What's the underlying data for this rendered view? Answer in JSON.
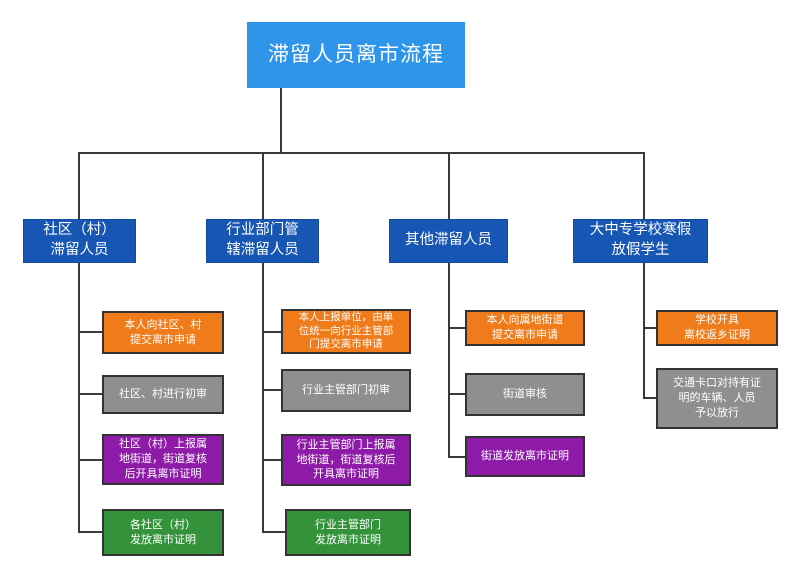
{
  "title": "滞留人员离市流程",
  "colors": {
    "title_bg": "#2f95ea",
    "category_bg": "#1756b3",
    "apply": "#f07b1a",
    "review": "#8f8f8f",
    "report": "#8e1ba8",
    "issue": "#34933a",
    "connector": "#3a3a3a"
  },
  "categories": [
    {
      "label": "社区（村）\n滞留人员",
      "steps": [
        {
          "text": "本人向社区、村\n提交离市申请",
          "type": "apply"
        },
        {
          "text": "社区、村进行初审",
          "type": "review"
        },
        {
          "text": "社区（村）上报属\n地街道，街道复核\n后开具离市证明",
          "type": "report"
        },
        {
          "text": "各社区（村）\n发放离市证明",
          "type": "issue"
        }
      ]
    },
    {
      "label": "行业部门管\n辖滞留人员",
      "steps": [
        {
          "text": "本人上报单位，由单\n位统一向行业主管部\n门提交离市申请",
          "type": "apply"
        },
        {
          "text": "行业主管部门初审",
          "type": "review"
        },
        {
          "text": "行业主管部门上报属\n地街道，街道复核后\n开具离市证明",
          "type": "report"
        },
        {
          "text": "行业主管部门\n发放离市证明",
          "type": "issue"
        }
      ]
    },
    {
      "label": "其他滞留人员",
      "steps": [
        {
          "text": "本人向属地街道\n提交离市申请",
          "type": "apply"
        },
        {
          "text": "街道审核",
          "type": "review"
        },
        {
          "text": "街道发放离市证明",
          "type": "report"
        }
      ]
    },
    {
      "label": "大中专学校寒假\n放假学生",
      "steps": [
        {
          "text": "学校开具\n离校返乡证明",
          "type": "apply"
        },
        {
          "text": "交通卡口对持有证\n明的车辆、人员\n予以放行",
          "type": "review"
        }
      ]
    }
  ]
}
